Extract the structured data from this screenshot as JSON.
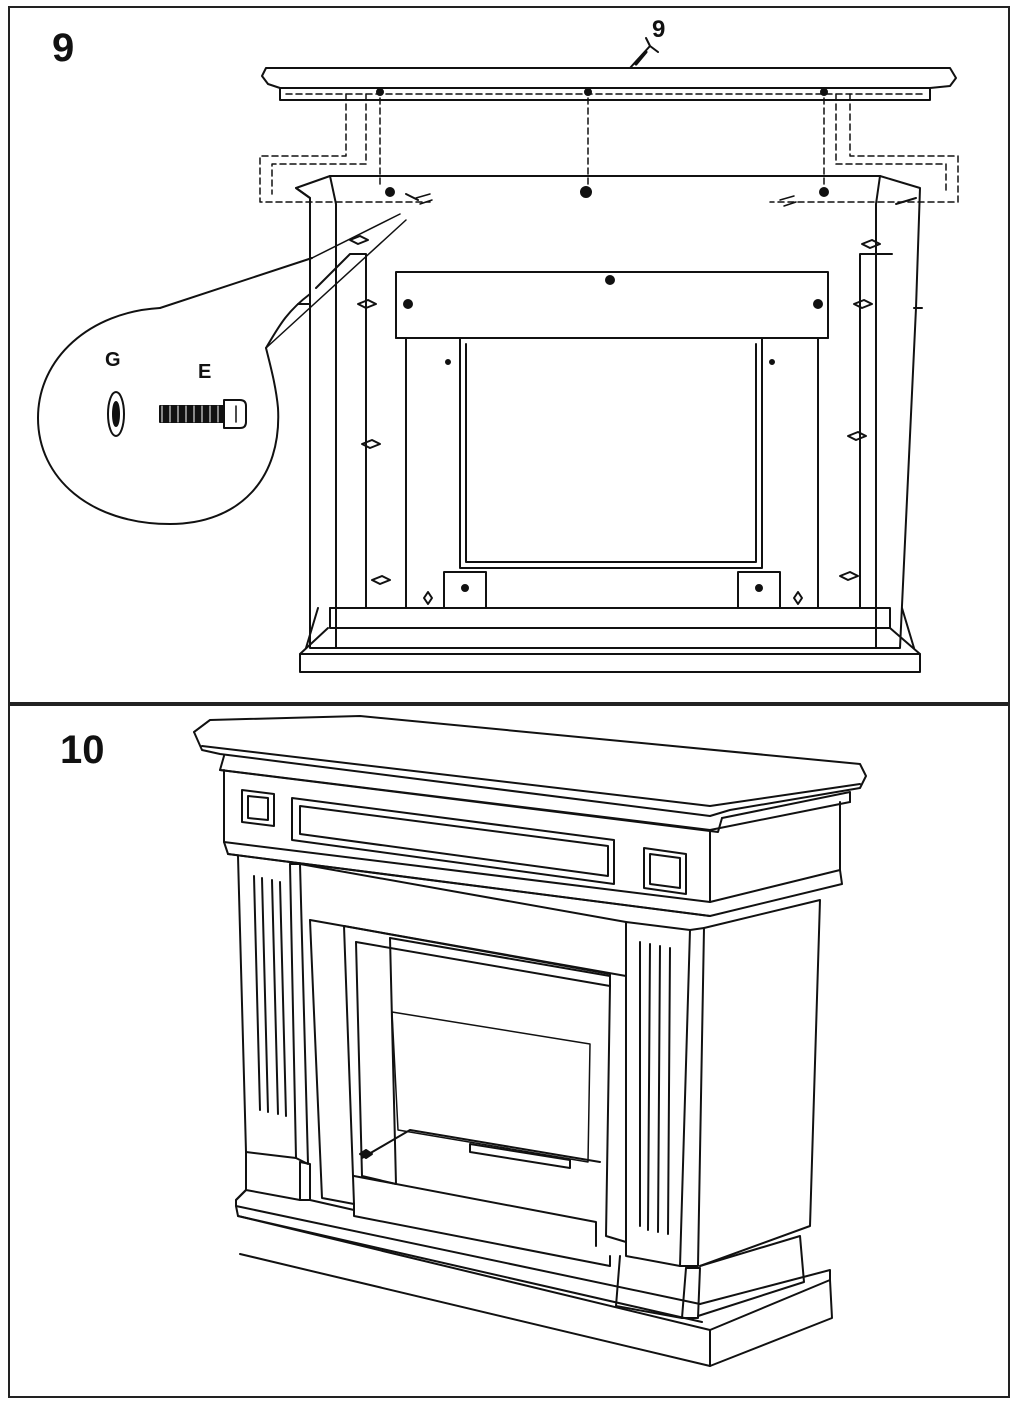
{
  "steps": [
    {
      "number": "9",
      "callout_label": "9",
      "parts": [
        {
          "label": "G",
          "icon": "washer-icon"
        },
        {
          "label": "E",
          "icon": "bolt-icon"
        }
      ]
    },
    {
      "number": "10"
    }
  ],
  "colors": {
    "line": "#111111",
    "background": "#ffffff"
  }
}
